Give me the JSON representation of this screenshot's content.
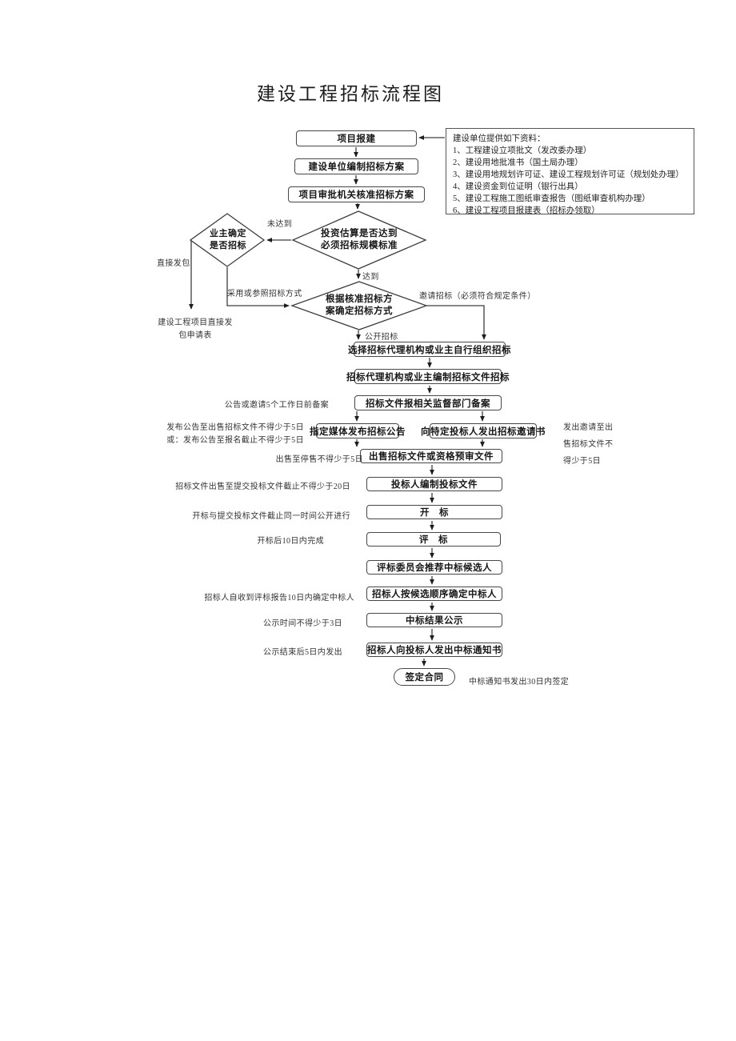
{
  "title": "建设工程招标流程图",
  "info_box": {
    "heading": "建设单位提供如下资料：",
    "items": [
      "1、工程建设立项批文（发改委办理）",
      "2、建设用地批准书（国土局办理）",
      "3、建设用地规划许可证、建设工程规划许可证（规划处办理）",
      "4、建设资金到位证明（银行出具）",
      "5、建设工程施工图纸审查报告（图纸审查机构办理）",
      "6、建设工程项目报建表（招标办领取）"
    ]
  },
  "nodes": {
    "project_report": "项目报建",
    "prepare_plan": "建设单位编制招标方案",
    "approve_plan": "项目审批机关核准招标方案",
    "investment_check": [
      "投资估算是否达到",
      "必须招标规模标准"
    ],
    "owner_decision": [
      "业主确定",
      "是否招标"
    ],
    "method_decision": [
      "根据核准招标方",
      "案确定招标方式"
    ],
    "select_agency": "选择招标代理机构或业主自行组织招标",
    "prepare_bid_docs": "招标代理机构或业主编制招标文件招标",
    "file_for_record": "招标文件报相关监督部门备案",
    "publish_announcement": "指定媒体发布招标公告",
    "send_invitation": "向特定投标人发出招标邀请书",
    "sell_documents": "出售招标文件或资格预审文件",
    "prepare_tender": "投标人编制投标文件",
    "bid_opening": "开　标",
    "bid_evaluation": "评　标",
    "recommend_candidates": "评标委员会推荐中标候选人",
    "determine_winner": "招标人按候选顺序确定中标人",
    "publicize_result": "中标结果公示",
    "issue_notice": "招标人向投标人发出中标通知书",
    "sign_contract": "签定合同"
  },
  "edge_labels": {
    "not_reached": "未达到",
    "reached": "达到",
    "direct_award": "直接发包",
    "direct_award_form": [
      "建设工程项目直接发",
      "包申请表"
    ],
    "adopt_method": "采用或参照招标方式",
    "invited_tender": "邀请招标（必须符合规定条件）",
    "open_tender": "公开招标"
  },
  "annotations": {
    "record_before": "公告或邀请5个工作日前备案",
    "announce_min5": "发布公告至出售招标文件不得少于5日",
    "announce_min5_alt": "或：发布公告至报名截止不得少于5日",
    "sale_min5": "出售至停售不得少于5日",
    "invite_min5": [
      "发出邀请至出",
      "售招标文件不",
      "得少于5日"
    ],
    "sale_to_deadline_min20": "招标文件出售至提交投标文件截止不得少于20日",
    "open_same_time": "开标与提交投标文件截止同一时间公开进行",
    "eval_within10": "开标后10日内完成",
    "determine_within10": "招标人自收到评标报告10日内确定中标人",
    "publicity_min3": "公示时间不得少于3日",
    "notice_within5": "公示结束后5日内发出",
    "sign_within30": "中标通知书发出30日内签定"
  },
  "colors": {
    "ink": "#1d1d1d",
    "line": "#3d3d3d",
    "background": "#ffffff"
  }
}
